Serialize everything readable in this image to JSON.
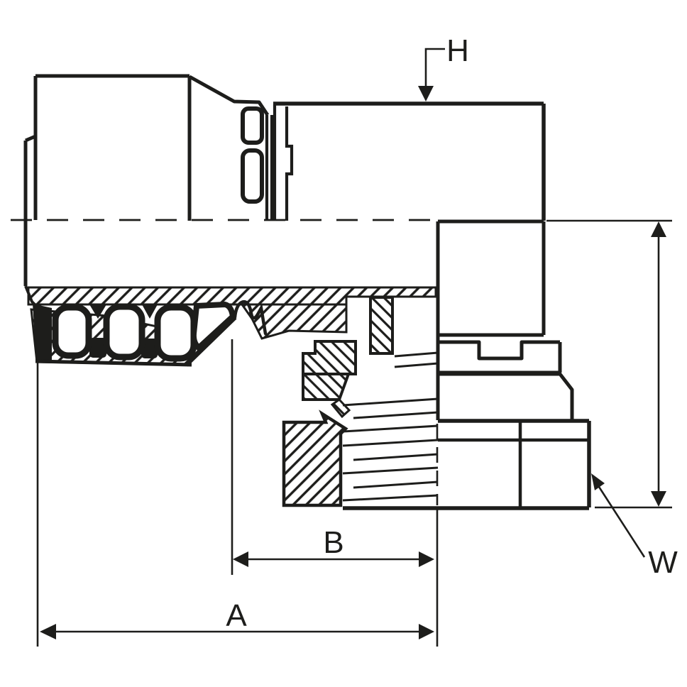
{
  "drawing": {
    "description": "Sectional technical drawing of a 90-degree swivel elbow hose fitting",
    "labels": {
      "h": "H",
      "b": "B",
      "a": "A",
      "w": "W"
    },
    "colors": {
      "ink": "#1d1d1b",
      "background": "#ffffff"
    }
  }
}
